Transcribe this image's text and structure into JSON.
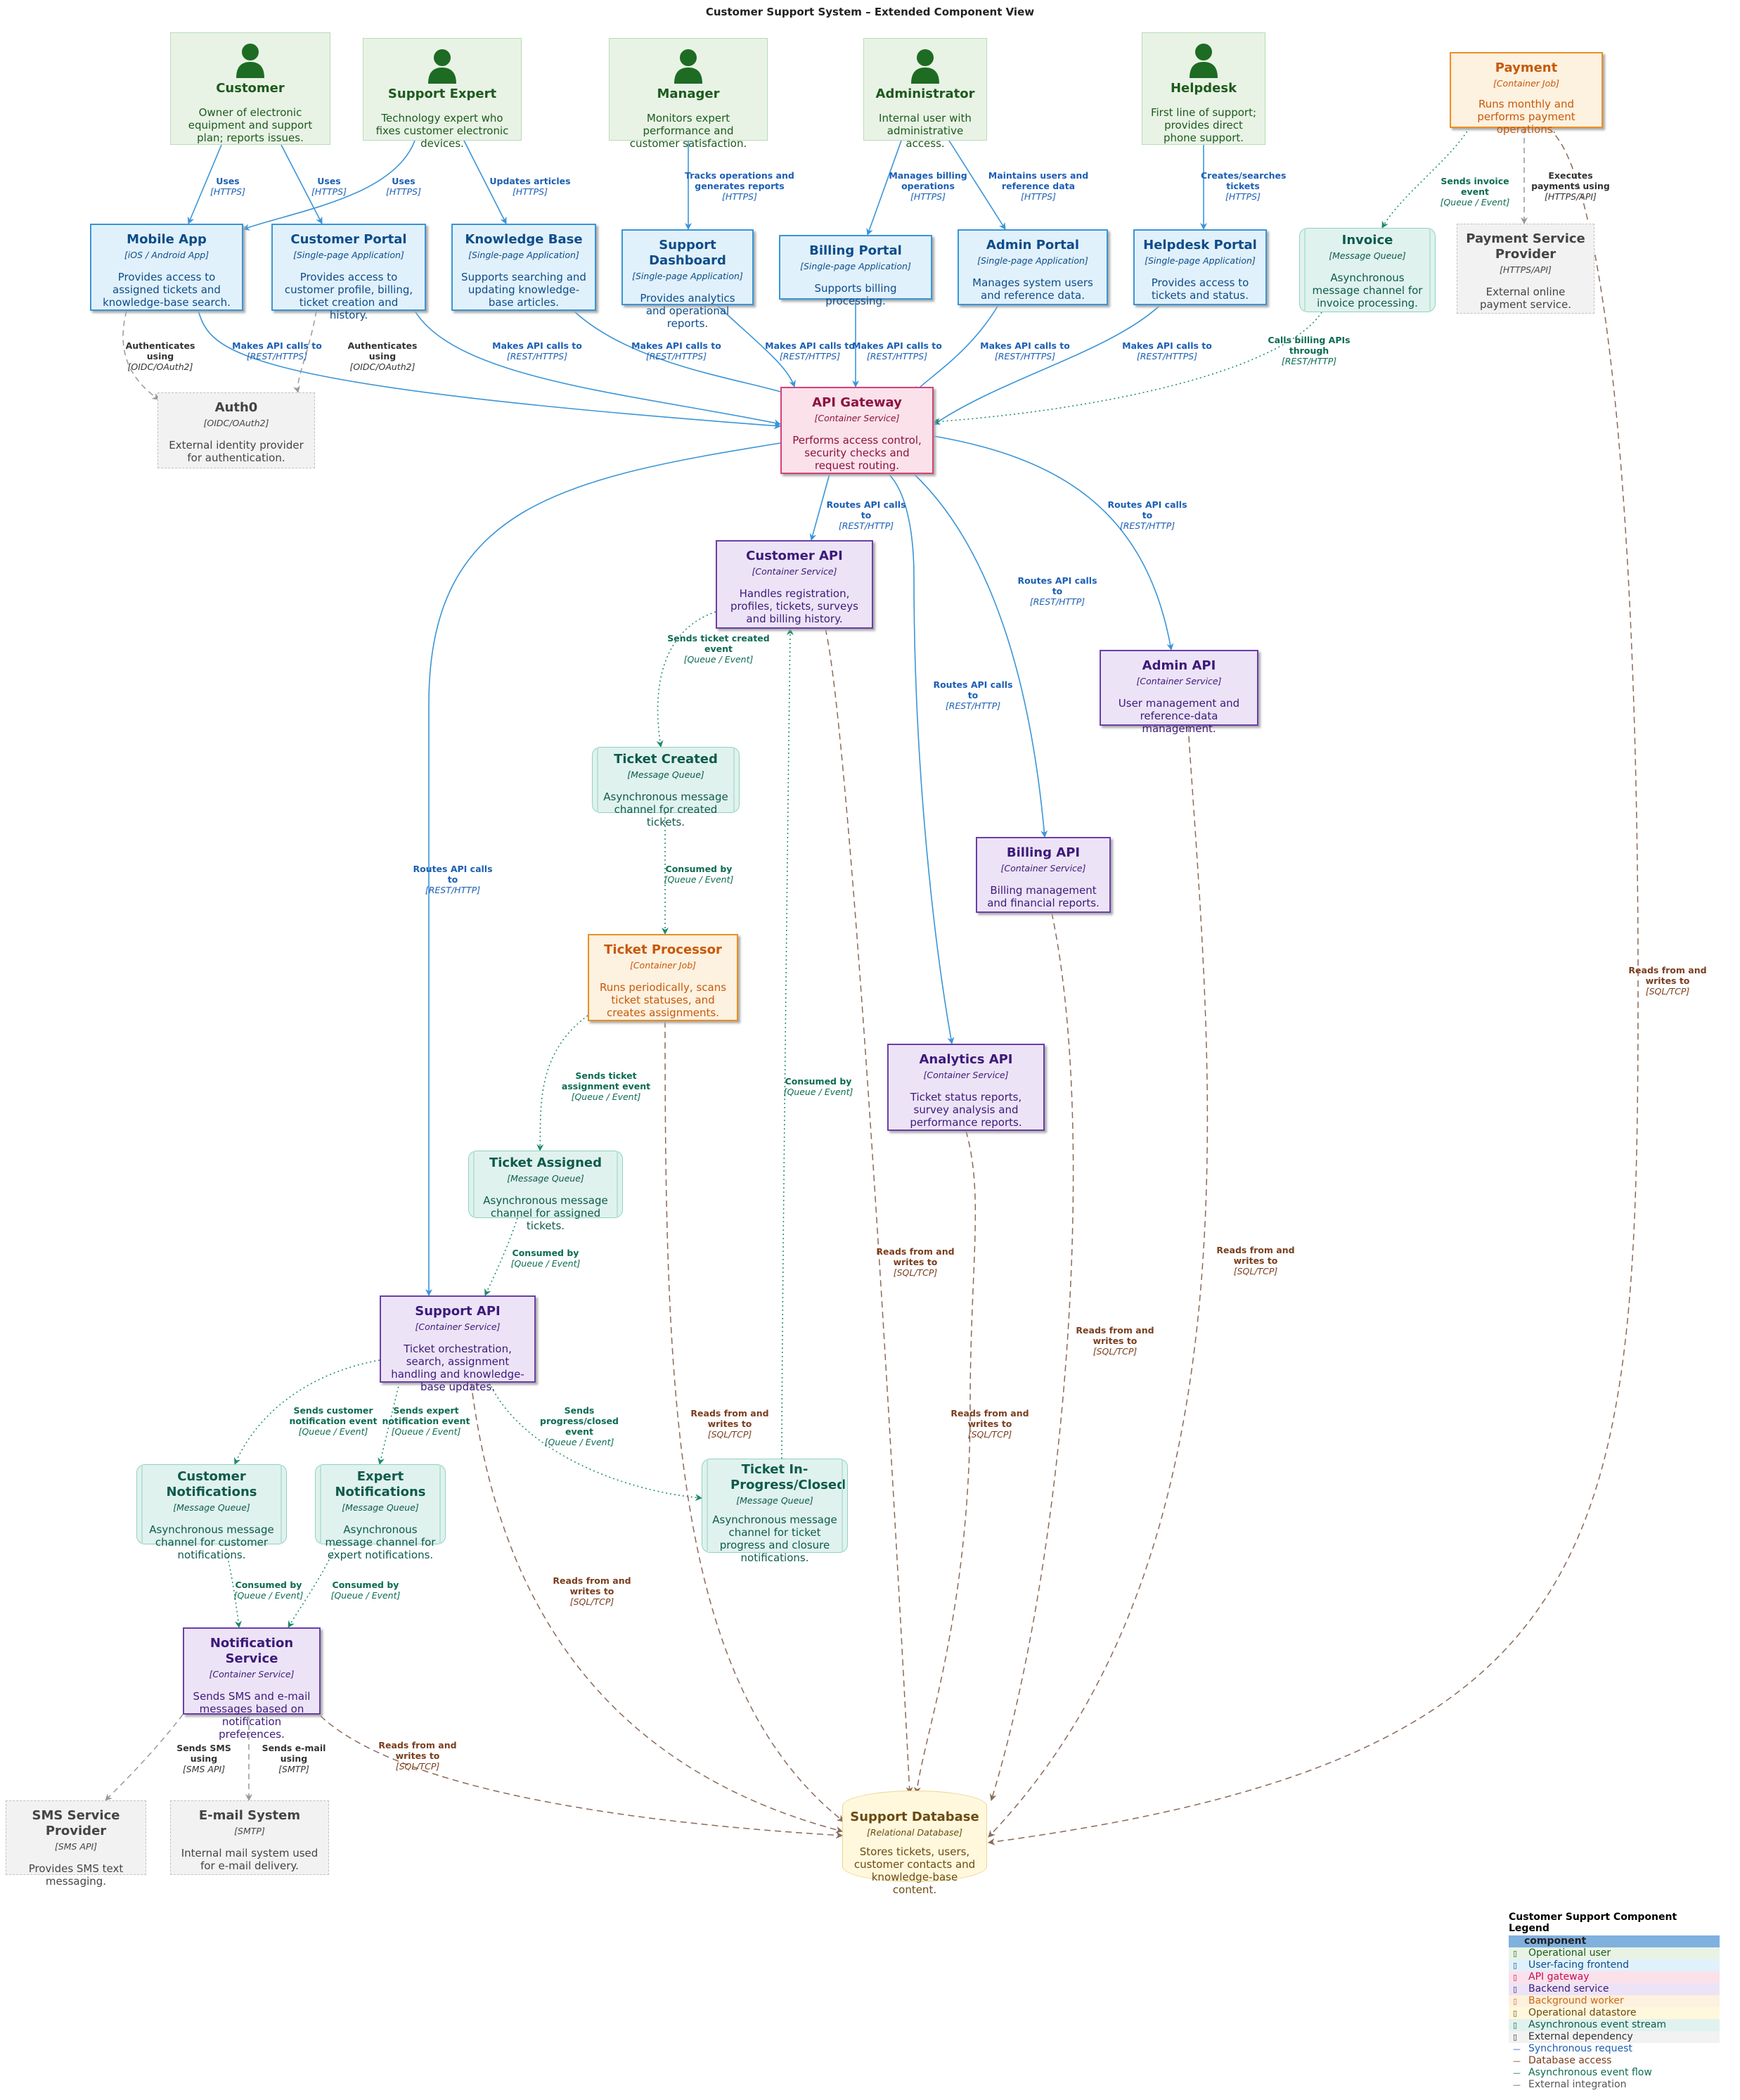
{
  "title": "Customer Support System – Extended Component View",
  "nodes": {
    "customer": {
      "name": "Customer",
      "desc": "Owner of electronic equipment and support plan; reports issues."
    },
    "support_expert": {
      "name": "Support Expert",
      "desc": "Technology expert who fixes customer electronic devices."
    },
    "manager": {
      "name": "Manager",
      "desc": "Monitors expert performance and customer satisfaction."
    },
    "administrator": {
      "name": "Administrator",
      "desc": "Internal user with administrative access."
    },
    "helpdesk": {
      "name": "Helpdesk",
      "desc": "First line of support; provides direct phone support."
    },
    "payment": {
      "name": "Payment",
      "tech": "[Container Job]",
      "desc": "Runs monthly and performs payment operations."
    },
    "mobile_app": {
      "name": "Mobile App",
      "tech": "[iOS / Android App]",
      "desc": "Provides access to assigned tickets and knowledge-base search."
    },
    "customer_portal": {
      "name": "Customer Portal",
      "tech": "[Single-page Application]",
      "desc": "Provides access to customer profile, billing, ticket creation and history."
    },
    "knowledge_base": {
      "name": "Knowledge Base",
      "tech": "[Single-page Application]",
      "desc": "Supports searching and updating knowledge-base articles."
    },
    "support_dashboard": {
      "name": "Support Dashboard",
      "tech": "[Single-page Application]",
      "desc": "Provides analytics and operational reports."
    },
    "billing_portal": {
      "name": "Billing Portal",
      "tech": "[Single-page Application]",
      "desc": "Supports billing processing."
    },
    "admin_portal": {
      "name": "Admin Portal",
      "tech": "[Single-page Application]",
      "desc": "Manages system users and reference data."
    },
    "helpdesk_portal": {
      "name": "Helpdesk Portal",
      "tech": "[Single-page Application]",
      "desc": "Provides access to tickets and status."
    },
    "invoice": {
      "name": "Invoice",
      "tech": "[Message Queue]",
      "desc": "Asynchronous message channel for invoice processing."
    },
    "payment_provider": {
      "name": "Payment Service Provider",
      "tech": "[HTTPS/API]",
      "desc": "External online payment service."
    },
    "auth0": {
      "name": "Auth0",
      "tech": "[OIDC/OAuth2]",
      "desc": "External identity provider for authentication."
    },
    "api_gateway": {
      "name": "API Gateway",
      "tech": "[Container Service]",
      "desc": "Performs access control, security checks and request routing."
    },
    "customer_api": {
      "name": "Customer API",
      "tech": "[Container Service]",
      "desc": "Handles registration, profiles, tickets, surveys and billing history."
    },
    "admin_api": {
      "name": "Admin API",
      "tech": "[Container Service]",
      "desc": "User management and reference-data management."
    },
    "ticket_created": {
      "name": "Ticket Created",
      "tech": "[Message Queue]",
      "desc": "Asynchronous message channel for created tickets."
    },
    "billing_api": {
      "name": "Billing API",
      "tech": "[Container Service]",
      "desc": "Billing management and financial reports."
    },
    "ticket_processor": {
      "name": "Ticket Processor",
      "tech": "[Container Job]",
      "desc": "Runs periodically, scans ticket statuses, and creates assignments."
    },
    "analytics_api": {
      "name": "Analytics API",
      "tech": "[Container Service]",
      "desc": "Ticket status reports, survey analysis and performance reports."
    },
    "ticket_assigned": {
      "name": "Ticket Assigned",
      "tech": "[Message Queue]",
      "desc": "Asynchronous message channel for assigned tickets."
    },
    "support_api": {
      "name": "Support API",
      "tech": "[Container Service]",
      "desc": "Ticket orchestration, search, assignment handling and knowledge-base updates."
    },
    "customer_notifications": {
      "name": "Customer Notifications",
      "tech": "[Message Queue]",
      "desc": "Asynchronous message channel for customer notifications."
    },
    "expert_notifications": {
      "name": "Expert Notifications",
      "tech": "[Message Queue]",
      "desc": "Asynchronous message channel for expert notifications."
    },
    "ticket_inprogress": {
      "name": "Ticket In-Progress/Closed",
      "tech": "[Message Queue]",
      "desc": "Asynchronous message channel for ticket progress and closure notifications."
    },
    "notification_service": {
      "name": "Notification Service",
      "tech": "[Container Service]",
      "desc": "Sends SMS and e-mail messages based on notification preferences."
    },
    "sms_provider": {
      "name": "SMS Service Provider",
      "tech": "[SMS API]",
      "desc": "Provides SMS text messaging."
    },
    "email_system": {
      "name": "E-mail System",
      "tech": "[SMTP]",
      "desc": "Internal mail system used for e-mail delivery."
    },
    "support_database": {
      "name": "Support Database",
      "tech": "[Relational Database]",
      "desc": "Stores tickets, users, customer contacts and knowledge-base content."
    }
  },
  "relations": [
    {
      "label": "Uses",
      "tech": "[HTTPS]"
    },
    {
      "label": "Uses",
      "tech": "[HTTPS]"
    },
    {
      "label": "Uses",
      "tech": "[HTTPS]"
    },
    {
      "label": "Updates articles",
      "tech": "[HTTPS]"
    },
    {
      "label": "Tracks operations and generates reports",
      "tech": "[HTTPS]"
    },
    {
      "label": "Manages billing operations",
      "tech": "[HTTPS]"
    },
    {
      "label": "Maintains users and reference data",
      "tech": "[HTTPS]"
    },
    {
      "label": "Creates/searches tickets",
      "tech": "[HTTPS]"
    },
    {
      "label": "Sends invoice event",
      "tech": "[Queue / Event]"
    },
    {
      "label": "Executes payments using",
      "tech": "[HTTPS/API]"
    },
    {
      "label": "Authenticates using",
      "tech": "[OIDC/OAuth2]"
    },
    {
      "label": "Makes API calls to",
      "tech": "[REST/HTTPS]"
    },
    {
      "label": "Authenticates using",
      "tech": "[OIDC/OAuth2]"
    },
    {
      "label": "Makes API calls to",
      "tech": "[REST/HTTPS]"
    },
    {
      "label": "Makes API calls to",
      "tech": "[REST/HTTPS]"
    },
    {
      "label": "Makes API calls to",
      "tech": "[REST/HTTPS]"
    },
    {
      "label": "Makes API calls to",
      "tech": "[REST/HTTPS]"
    },
    {
      "label": "Makes API calls to",
      "tech": "[REST/HTTPS]"
    },
    {
      "label": "Makes API calls to",
      "tech": "[REST/HTTPS]"
    },
    {
      "label": "Calls billing APIs through",
      "tech": "[REST/HTTP]"
    },
    {
      "label": "Routes API calls to",
      "tech": "[REST/HTTP]"
    },
    {
      "label": "Routes API calls to",
      "tech": "[REST/HTTP]"
    },
    {
      "label": "Routes API calls to",
      "tech": "[REST/HTTP]"
    },
    {
      "label": "Routes API calls to",
      "tech": "[REST/HTTP]"
    },
    {
      "label": "Routes API calls to",
      "tech": "[REST/HTTP]"
    },
    {
      "label": "Sends ticket created event",
      "tech": "[Queue / Event]"
    },
    {
      "label": "Consumed by",
      "tech": "[Queue / Event]"
    },
    {
      "label": "Consumed by",
      "tech": "[Queue / Event]"
    },
    {
      "label": "Sends ticket assignment event",
      "tech": "[Queue / Event]"
    },
    {
      "label": "Consumed by",
      "tech": "[Queue / Event]"
    },
    {
      "label": "Sends customer notification event",
      "tech": "[Queue / Event]"
    },
    {
      "label": "Sends expert notification event",
      "tech": "[Queue / Event]"
    },
    {
      "label": "Sends progress/closed event",
      "tech": "[Queue / Event]"
    },
    {
      "label": "Consumed by",
      "tech": "[Queue / Event]"
    },
    {
      "label": "Consumed by",
      "tech": "[Queue / Event]"
    },
    {
      "label": "Sends SMS using",
      "tech": "[SMS API]"
    },
    {
      "label": "Sends e-mail using",
      "tech": "[SMTP]"
    },
    {
      "label": "Reads from and writes to",
      "tech": "[SQL/TCP]"
    },
    {
      "label": "Reads from and writes to",
      "tech": "[SQL/TCP]"
    },
    {
      "label": "Reads from and writes to",
      "tech": "[SQL/TCP]"
    },
    {
      "label": "Reads from and writes to",
      "tech": "[SQL/TCP]"
    },
    {
      "label": "Reads from and writes to",
      "tech": "[SQL/TCP]"
    },
    {
      "label": "Reads from and writes to",
      "tech": "[SQL/TCP]"
    },
    {
      "label": "Reads from and writes to",
      "tech": "[SQL/TCP]"
    },
    {
      "label": "Reads from and writes to",
      "tech": "[SQL/TCP]"
    }
  ],
  "legend": {
    "title": "Customer Support Component Legend",
    "header": "component",
    "items": [
      {
        "label": "Operational user",
        "color": "#e8f3e6",
        "text_color": "#1d5a1c"
      },
      {
        "label": "User-facing frontend",
        "color": "#e1f1fb",
        "text_color": "#0d4c8a"
      },
      {
        "label": "API gateway",
        "color": "#fbe1ea",
        "text_color": "#c0125a"
      },
      {
        "label": "Backend service",
        "color": "#ede3f6",
        "text_color": "#3c1a7a"
      },
      {
        "label": "Background worker",
        "color": "#fdf1df",
        "text_color": "#d0690e"
      },
      {
        "label": "Operational datastore",
        "color": "#fff8dc",
        "text_color": "#6b4a12"
      },
      {
        "label": "Asynchronous event stream",
        "color": "#e0f2ee",
        "text_color": "#0d5a4c"
      },
      {
        "label": "External dependency",
        "color": "#f2f2f2",
        "text_color": "#333333"
      },
      {
        "label": "Synchronous request",
        "color": "#ffffff",
        "text_color": "#1c5fb4"
      },
      {
        "label": "Database access",
        "color": "#ffffff",
        "text_color": "#7a3e1e"
      },
      {
        "label": "Asynchronous event flow",
        "color": "#ffffff",
        "text_color": "#0c6b52"
      },
      {
        "label": "External integration",
        "color": "#ffffff",
        "text_color": "#555555"
      }
    ]
  },
  "colors": {
    "sync": "#3a95d7",
    "db": "#8a6a5a",
    "async": "#1a8a6a",
    "ext": "#999999"
  }
}
